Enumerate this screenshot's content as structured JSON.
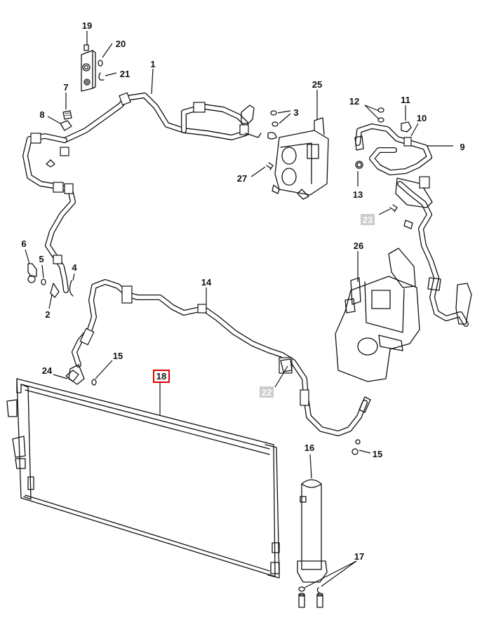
{
  "diagram": {
    "labels": {
      "p1": "1",
      "p2": "2",
      "p3": "3",
      "p4": "4",
      "p5": "5",
      "p6": "6",
      "p7": "7",
      "p8": "8",
      "p9": "9",
      "p10": "10",
      "p11": "11",
      "p12": "12",
      "p13": "13",
      "p14": "14",
      "p15a": "15",
      "p15b": "15",
      "p16": "16",
      "p17": "17",
      "p18": "18",
      "p19": "19",
      "p20": "20",
      "p21": "21",
      "p22": "22",
      "p23": "23",
      "p24": "24",
      "p25": "25",
      "p26": "26",
      "p27": "27"
    },
    "highlight_color": "#e00000",
    "dimmed_color": "#cccccc"
  }
}
